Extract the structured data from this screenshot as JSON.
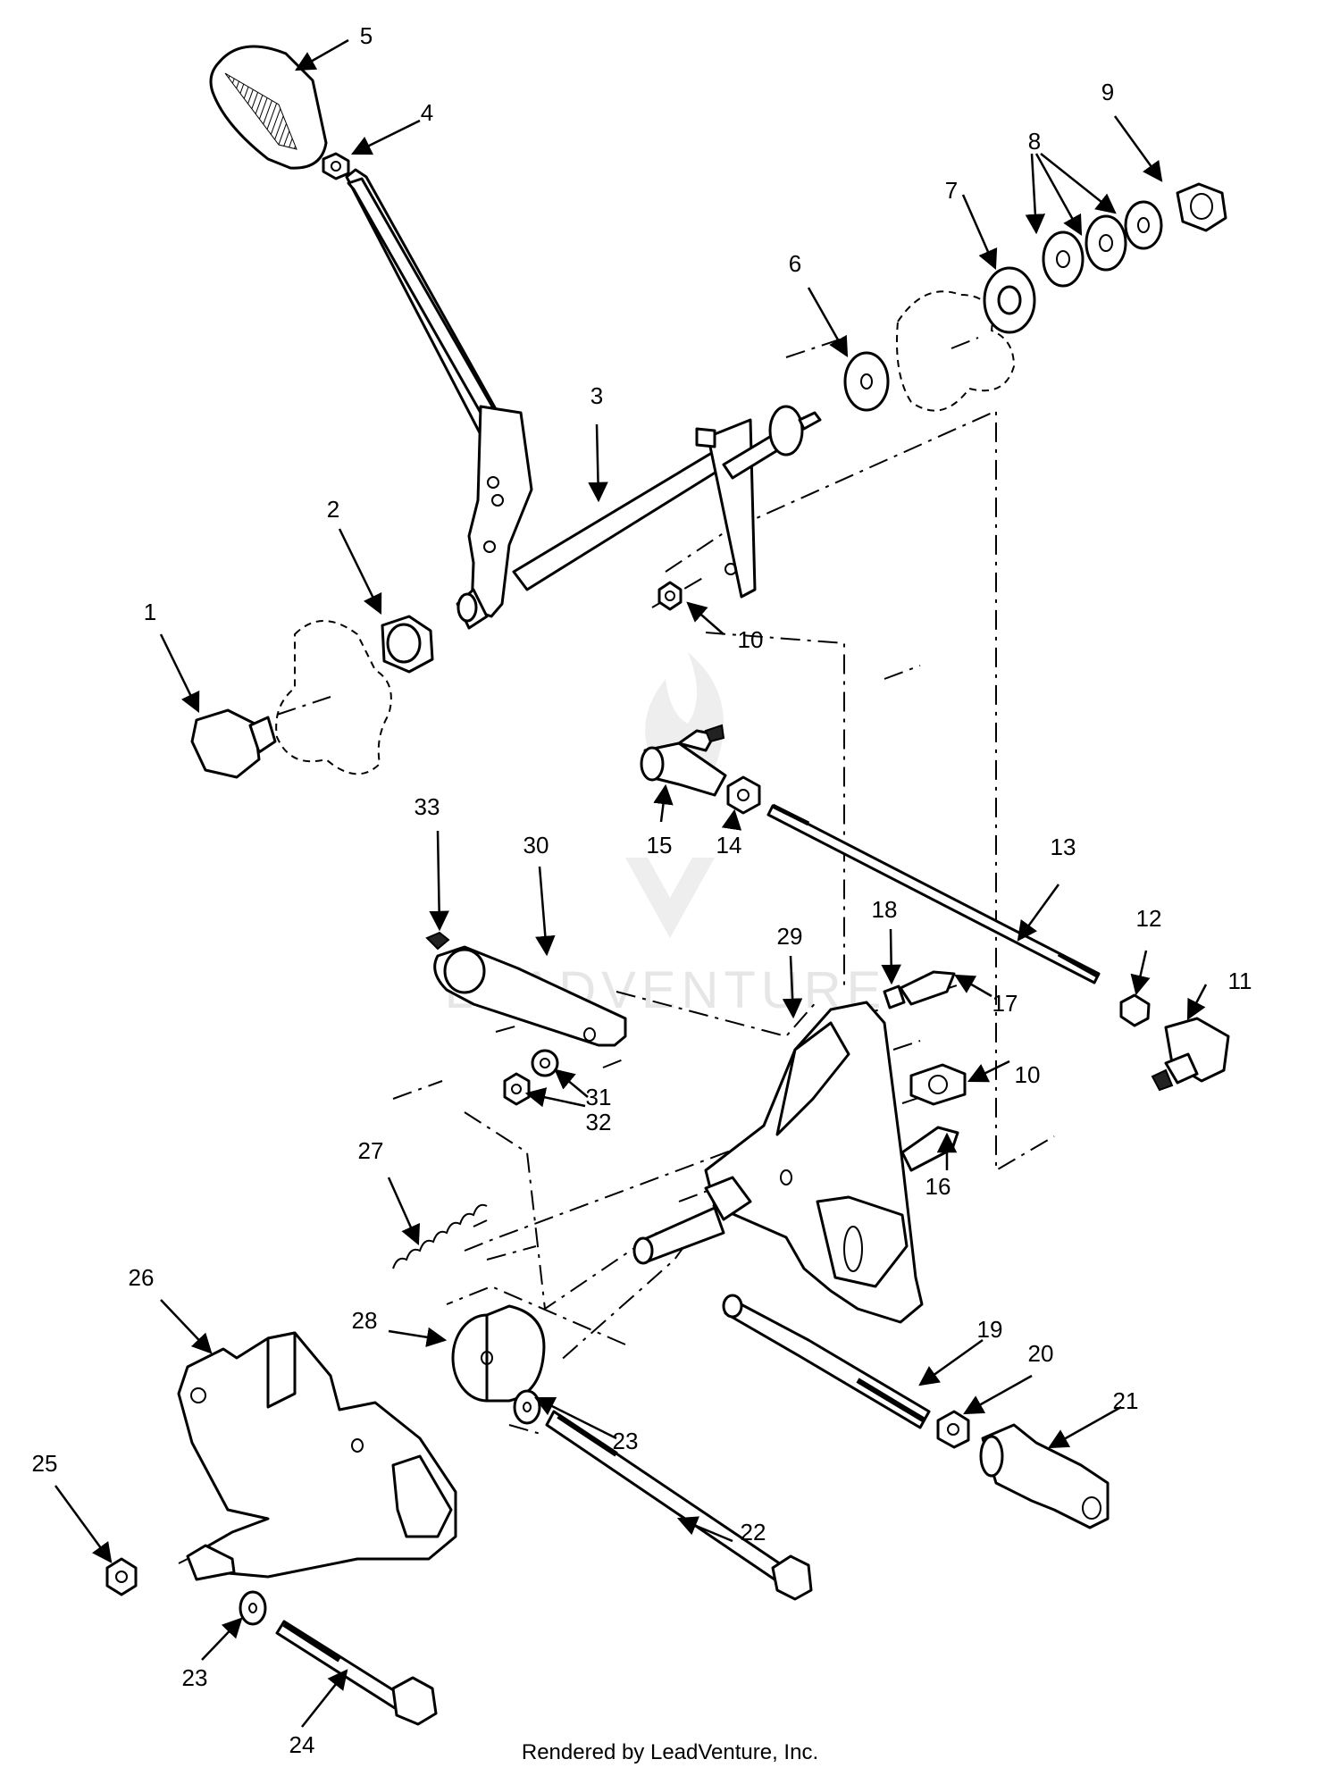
{
  "diagram": {
    "footer": "Rendered by LeadVenture, Inc.",
    "watermark": "LEADVENTURE",
    "callouts": [
      {
        "id": "1",
        "label": "1"
      },
      {
        "id": "2",
        "label": "2"
      },
      {
        "id": "3",
        "label": "3"
      },
      {
        "id": "4",
        "label": "4"
      },
      {
        "id": "5",
        "label": "5"
      },
      {
        "id": "6",
        "label": "6"
      },
      {
        "id": "7",
        "label": "7"
      },
      {
        "id": "8",
        "label": "8"
      },
      {
        "id": "9",
        "label": "9"
      },
      {
        "id": "10a",
        "label": "10"
      },
      {
        "id": "10b",
        "label": "10"
      },
      {
        "id": "11",
        "label": "11"
      },
      {
        "id": "12",
        "label": "12"
      },
      {
        "id": "13",
        "label": "13"
      },
      {
        "id": "14",
        "label": "14"
      },
      {
        "id": "15",
        "label": "15"
      },
      {
        "id": "16",
        "label": "16"
      },
      {
        "id": "17",
        "label": "17"
      },
      {
        "id": "18",
        "label": "18"
      },
      {
        "id": "19",
        "label": "19"
      },
      {
        "id": "20",
        "label": "20"
      },
      {
        "id": "21",
        "label": "21"
      },
      {
        "id": "22",
        "label": "22"
      },
      {
        "id": "23a",
        "label": "23"
      },
      {
        "id": "23b",
        "label": "23"
      },
      {
        "id": "24",
        "label": "24"
      },
      {
        "id": "25",
        "label": "25"
      },
      {
        "id": "26",
        "label": "26"
      },
      {
        "id": "27",
        "label": "27"
      },
      {
        "id": "28",
        "label": "28"
      },
      {
        "id": "29",
        "label": "29"
      },
      {
        "id": "30",
        "label": "30"
      },
      {
        "id": "31",
        "label": "31"
      },
      {
        "id": "32",
        "label": "32"
      },
      {
        "id": "33",
        "label": "33"
      }
    ]
  }
}
